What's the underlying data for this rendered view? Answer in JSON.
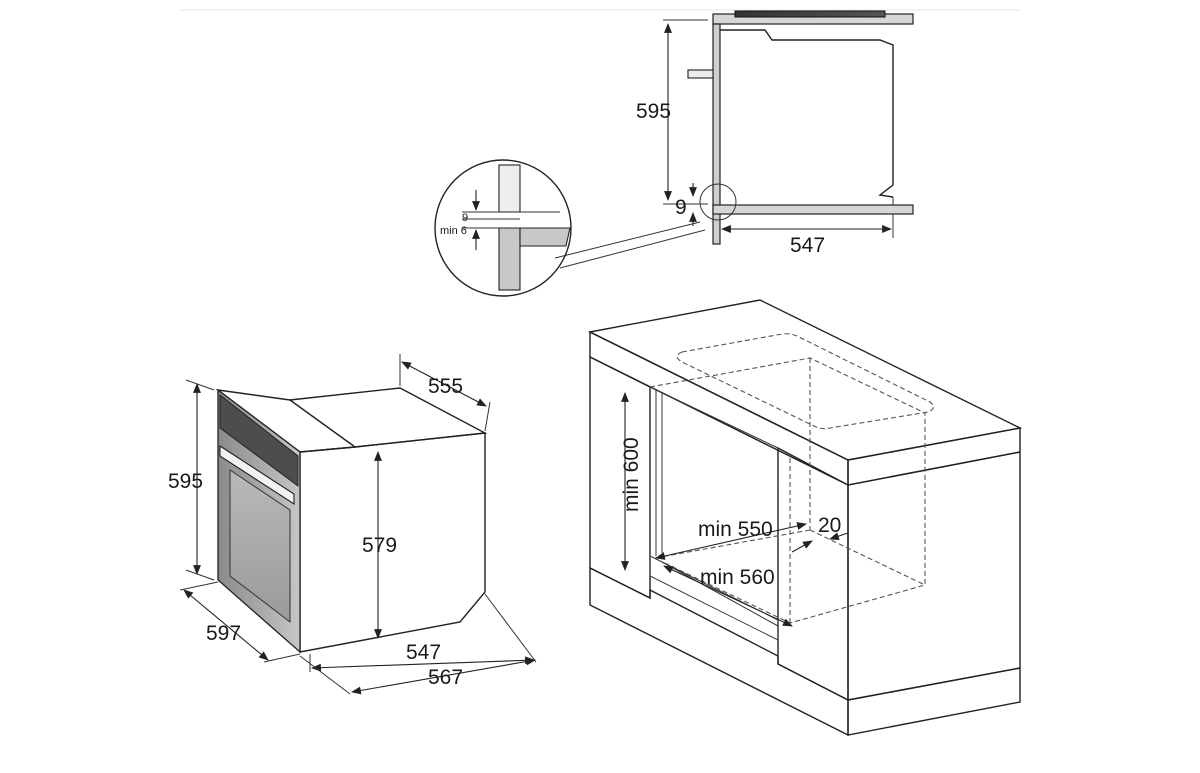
{
  "install_side_view": {
    "height": "595",
    "depth": "547",
    "gap": "9",
    "detail": {
      "gap": "9",
      "min_gap": "min 6"
    }
  },
  "oven_view": {
    "height": "595",
    "body_depth": "555",
    "body_height": "579",
    "width": "597",
    "body_width": "547",
    "total_depth": "567"
  },
  "cabinet_view": {
    "min_height": "min 600",
    "min_width": "min 550",
    "min_depth": "min 560",
    "rear_gap": "20"
  }
}
